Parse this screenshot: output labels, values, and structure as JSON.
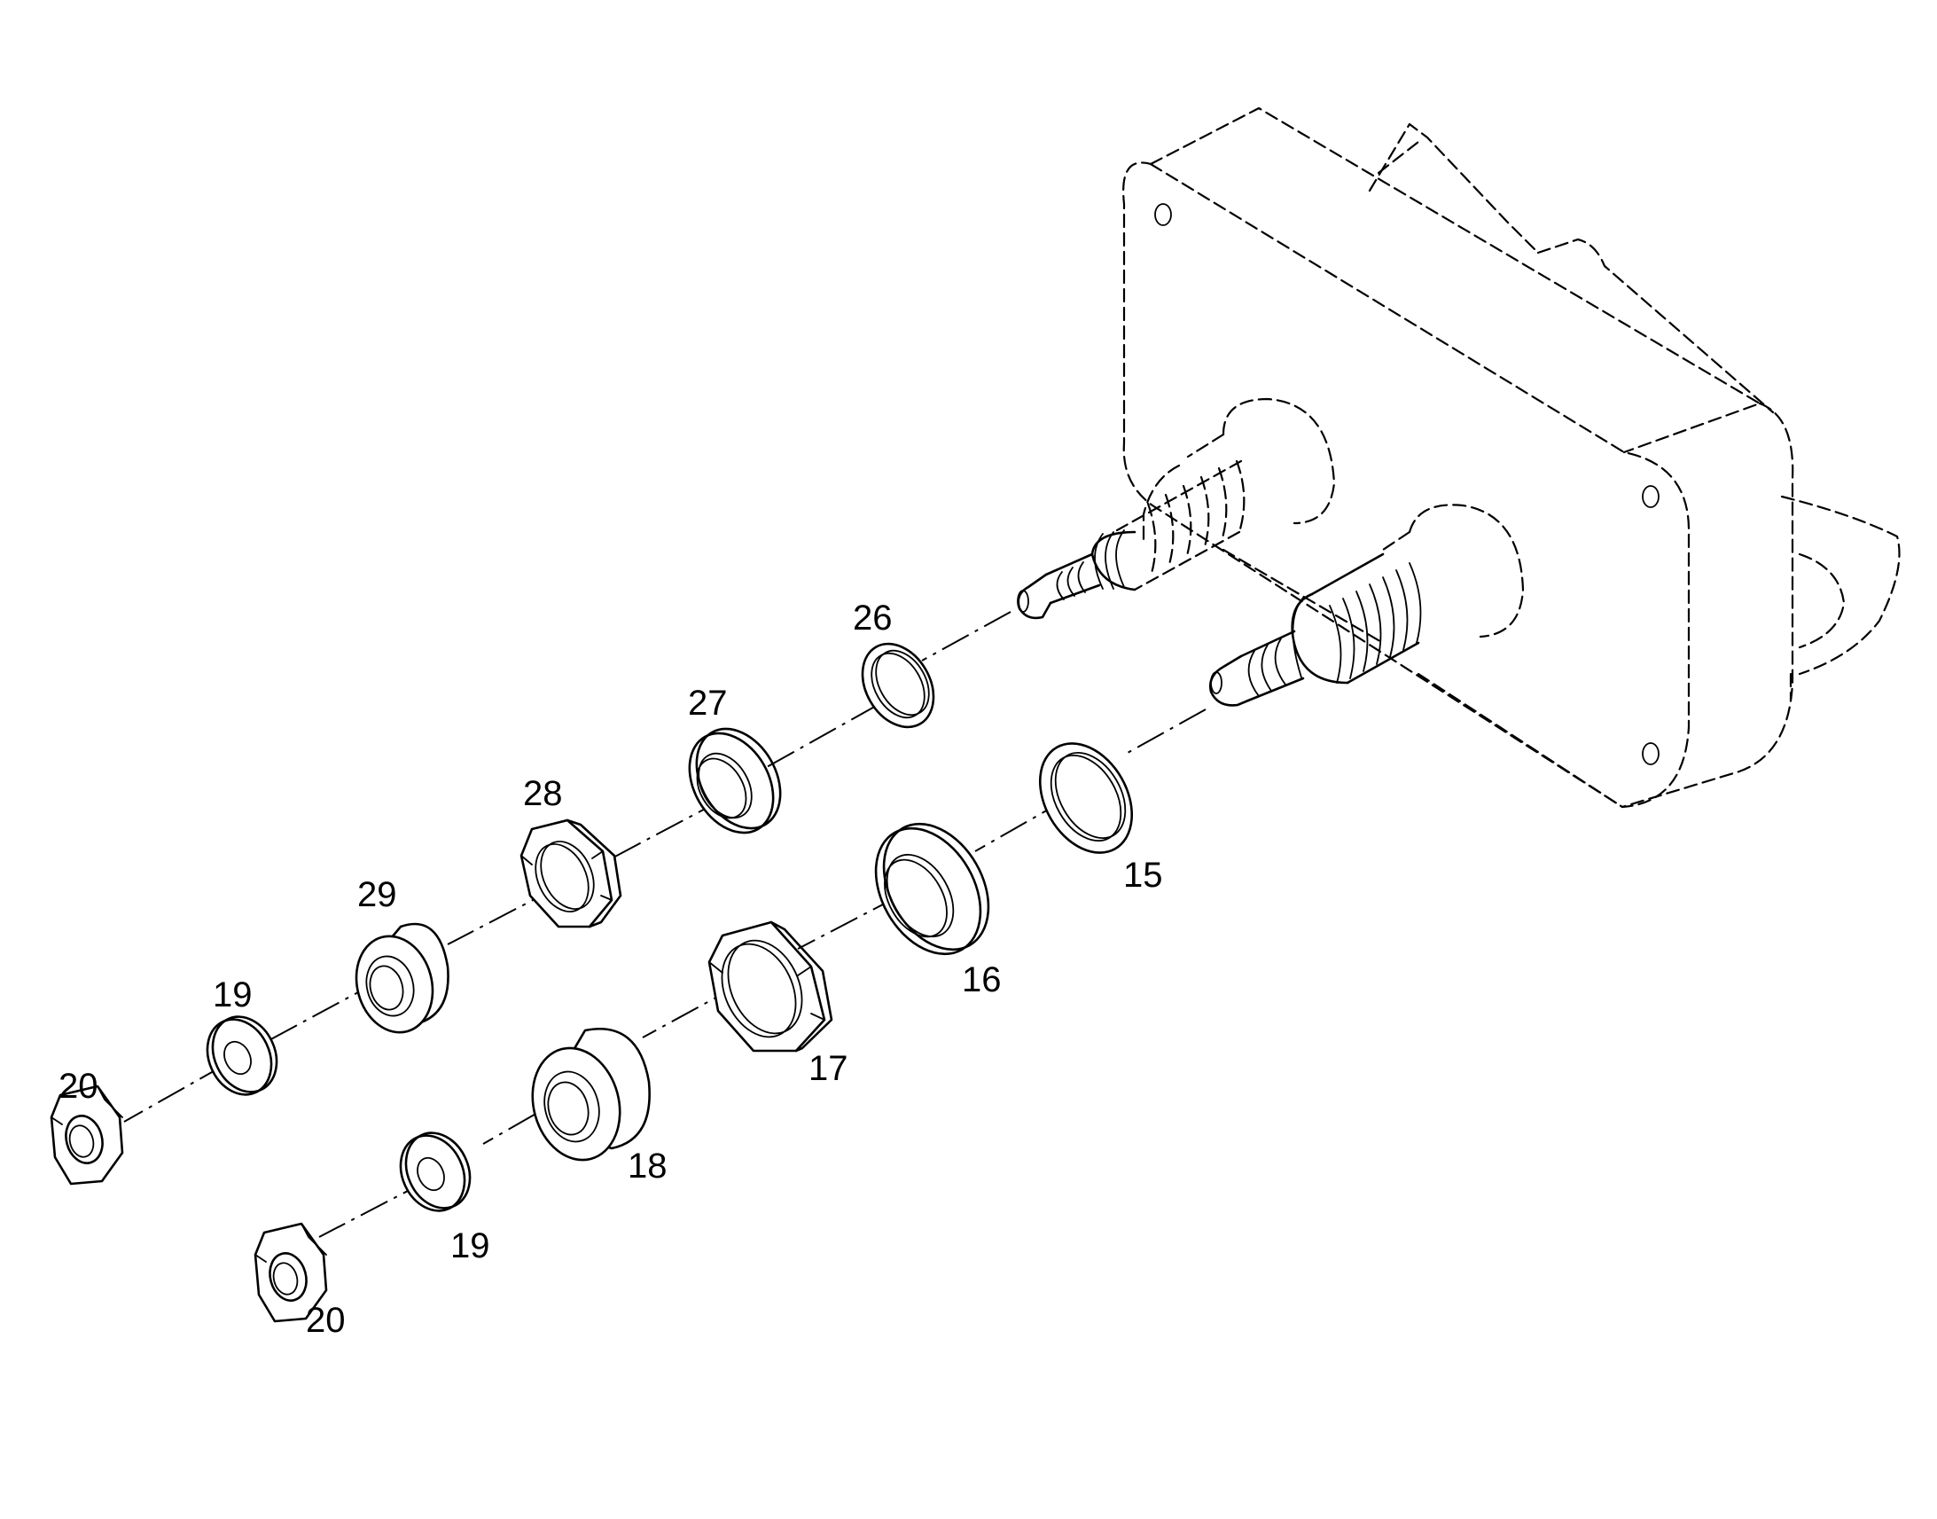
{
  "callouts": [
    {
      "id": "c26",
      "text": "26"
    },
    {
      "id": "c27",
      "text": "27"
    },
    {
      "id": "c28",
      "text": "28"
    },
    {
      "id": "c29",
      "text": "29"
    },
    {
      "id": "c19a",
      "text": "19"
    },
    {
      "id": "c20a",
      "text": "20"
    },
    {
      "id": "c15",
      "text": "15"
    },
    {
      "id": "c16",
      "text": "16"
    },
    {
      "id": "c17",
      "text": "17"
    },
    {
      "id": "c18",
      "text": "18"
    },
    {
      "id": "c19b",
      "text": "19"
    },
    {
      "id": "c20b",
      "text": "20"
    }
  ],
  "colors": {
    "ink": "#000000",
    "background": "#ffffff"
  }
}
